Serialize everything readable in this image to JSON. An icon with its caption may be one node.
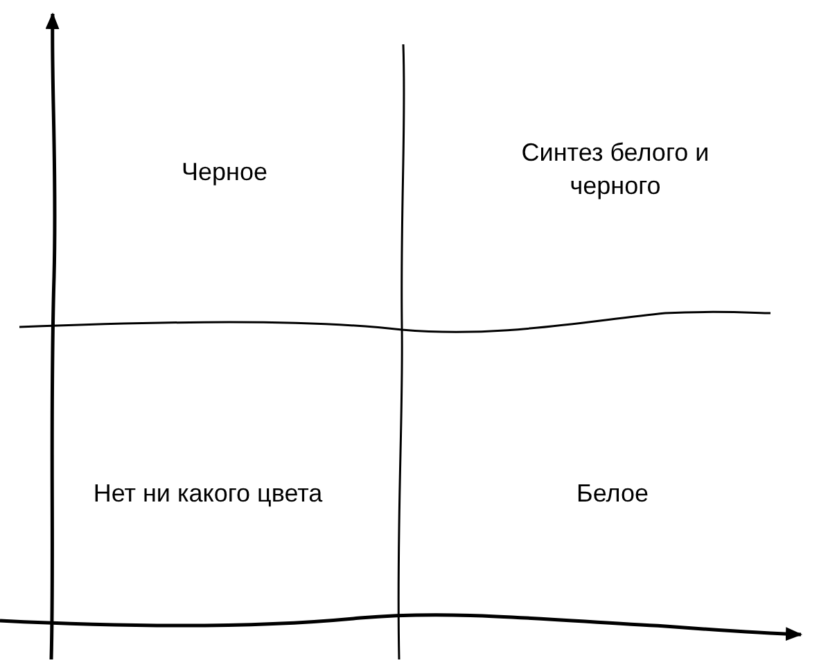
{
  "diagram": {
    "labels": [
      "Черное",
      "Синтез белого и черного",
      "Нет ни какого цвета",
      "Белое"
    ]
  }
}
